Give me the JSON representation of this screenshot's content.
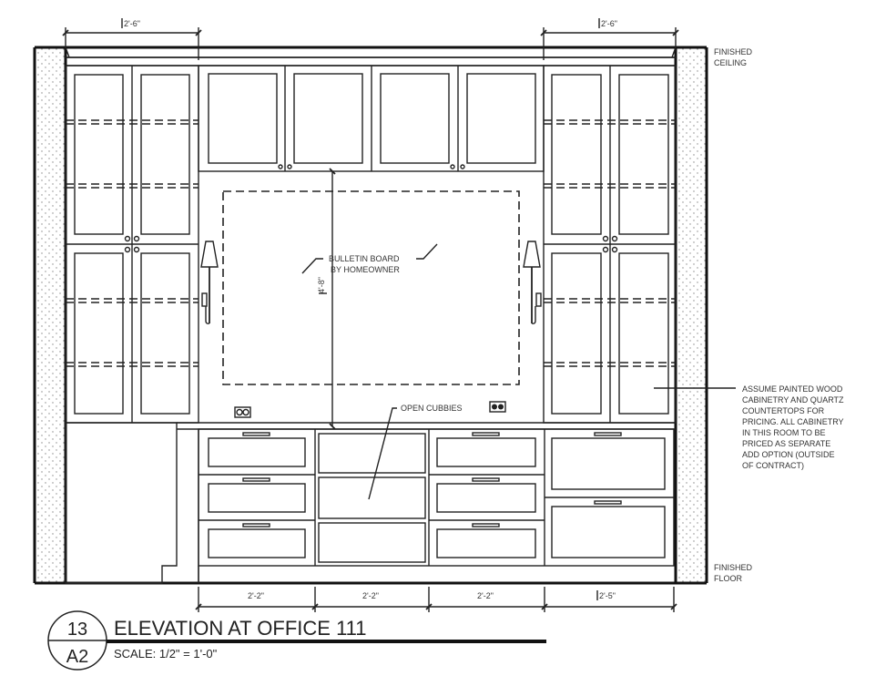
{
  "drawing": {
    "title": "ELEVATION AT OFFICE 111",
    "scale": "SCALE: 1/2\" = 1'-0\"",
    "detail_number": "13",
    "sheet_number": "A2"
  },
  "dimensions": {
    "top_left": "2'-6\"",
    "top_right": "2'-6\"",
    "bulletin_height": "4'-8\"",
    "bottom": [
      "2'-2\"",
      "2'-2\"",
      "2'-2\"",
      "2'-5\""
    ]
  },
  "labels": {
    "finished_ceiling": [
      "FINISHED",
      "CEILING"
    ],
    "finished_floor": [
      "FINISHED",
      "FLOOR"
    ],
    "bulletin_board": [
      "BULLETIN BOARD",
      "BY HOMEOWNER"
    ],
    "open_cubbies": "OPEN CUBBIES",
    "note": [
      "ASSUME PAINTED WOOD",
      "CABINETRY AND QUARTZ",
      "COUNTERTOPS FOR",
      "PRICING. ALL CABINETRY",
      "IN THIS ROOM TO BE",
      "PRICED AS SEPARATE",
      "ADD OPTION (OUTSIDE",
      "OF CONTRACT)"
    ]
  },
  "colors": {
    "line": "#222222",
    "text": "#333333",
    "background": "#ffffff"
  }
}
